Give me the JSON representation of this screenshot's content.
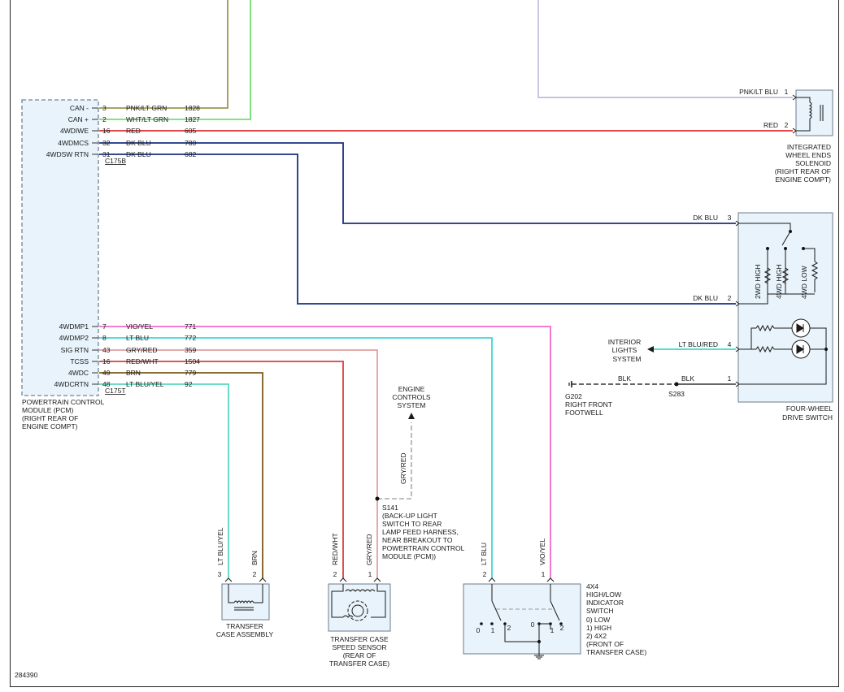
{
  "pcm": {
    "pins_top": [
      {
        "name": "CAN -",
        "pin": "3",
        "wire": "PNK/LT GRN",
        "circuit": "1828",
        "color": "#9a9a4a"
      },
      {
        "name": "CAN +",
        "pin": "2",
        "wire": "WHT/LT GRN",
        "circuit": "1827",
        "color": "#6fe06f"
      },
      {
        "name": "4WDIWE",
        "pin": "16",
        "wire": "RED",
        "circuit": "605",
        "color": "#e03030"
      },
      {
        "name": "4WDMCS",
        "pin": "32",
        "wire": "DK BLU",
        "circuit": "780",
        "color": "#1a2f80"
      },
      {
        "name": "4WDSW RTN",
        "pin": "31",
        "wire": "DK BLU",
        "circuit": "682",
        "color": "#1a2f80"
      }
    ],
    "connector_top": "C175B",
    "pins_bottom": [
      {
        "name": "4WDMP1",
        "pin": "7",
        "wire": "VIO/YEL",
        "circuit": "771",
        "color": "#f06bc8"
      },
      {
        "name": "4WDMP2",
        "pin": "8",
        "wire": "LT BLU",
        "circuit": "772",
        "color": "#3ed6d6"
      },
      {
        "name": "SIG RTN",
        "pin": "43",
        "wire": "GRY/RED",
        "circuit": "359",
        "color": "#e0a0a0"
      },
      {
        "name": "TCSS",
        "pin": "16",
        "wire": "RED/WHT",
        "circuit": "1504",
        "color": "#d64040"
      },
      {
        "name": "4WDC",
        "pin": "49",
        "wire": "BRN",
        "circuit": "779",
        "color": "#7a5a1a"
      },
      {
        "name": "4WDCRTN",
        "pin": "48",
        "wire": "LT BLU/YEL",
        "circuit": "92",
        "color": "#5ad6c0"
      }
    ],
    "connector_bottom": "C175T",
    "label": [
      "POWERTRAIN CONTROL",
      "MODULE (PCM)",
      "(RIGHT REAR OF",
      "ENGINE COMPT)"
    ]
  },
  "iwe": {
    "pin1_wire": "PNK/LT BLU",
    "pin1": "1",
    "pin2_wire": "RED",
    "pin2": "2",
    "label": [
      "INTEGRATED",
      "WHEEL ENDS",
      "SOLENOID",
      "(RIGHT REAR OF",
      "ENGINE COMPT)"
    ]
  },
  "fwd_switch": {
    "pin3_wire": "DK BLU",
    "pin3": "3",
    "pin2_wire": "DK BLU",
    "pin2": "2",
    "pin4_wire": "LT BLU/RED",
    "pin4": "4",
    "pin1_wire": "BLK",
    "pin1": "1",
    "modes": [
      "2WD HIGH",
      "4WD HIGH",
      "4WD LOW"
    ],
    "label": [
      "FOUR-WHEEL",
      "DRIVE SWITCH"
    ]
  },
  "interior_lights": [
    "INTERIOR",
    "LIGHTS",
    "SYSTEM"
  ],
  "ground": {
    "wire": "BLK",
    "name": "G202",
    "label": [
      "RIGHT FRONT",
      "FOOTWELL"
    ],
    "splice": "S283"
  },
  "engine_controls": [
    "ENGINE",
    "CONTROLS",
    "SYSTEM"
  ],
  "s141": {
    "name": "S141",
    "wire": "GRY/RED",
    "label": [
      "(BACK-UP LIGHT",
      "SWITCH TO REAR",
      "LAMP FEED HARNESS,",
      "NEAR BREAKOUT TO",
      "POWERTRAIN CONTROL",
      "MODULE (PCM))"
    ]
  },
  "transfer_case": {
    "wire3": "LT BLU/YEL",
    "pin3": "3",
    "wire2": "BRN",
    "pin2": "2",
    "label": [
      "TRANSFER",
      "CASE ASSEMBLY"
    ]
  },
  "speed_sensor": {
    "wire2": "RED/WHT",
    "pin2": "2",
    "wire1": "GRY/RED",
    "pin1": "1",
    "label": [
      "TRANSFER CASE",
      "SPEED SENSOR",
      "(REAR OF",
      "TRANSFER CASE)"
    ]
  },
  "indicator_switch": {
    "wire2": "LT BLU",
    "pin2": "2",
    "wire1": "VIO/YEL",
    "pin1": "1",
    "positions": [
      "0",
      "1",
      "2"
    ],
    "label": [
      "4X4",
      "HIGH/LOW",
      "INDICATOR",
      "SWITCH",
      "0) LOW",
      "1) HIGH",
      "2) 4X2",
      "(FRONT OF",
      "TRANSFER CASE)"
    ]
  },
  "figure_id": "284390",
  "colors": {
    "top_wire_left_a": "#9a9a4a",
    "top_wire_left_b": "#6fe06f",
    "top_wire_right": "#b0b0d8",
    "ground_dash": "#333333",
    "gray_dash": "#aaaaaa"
  }
}
